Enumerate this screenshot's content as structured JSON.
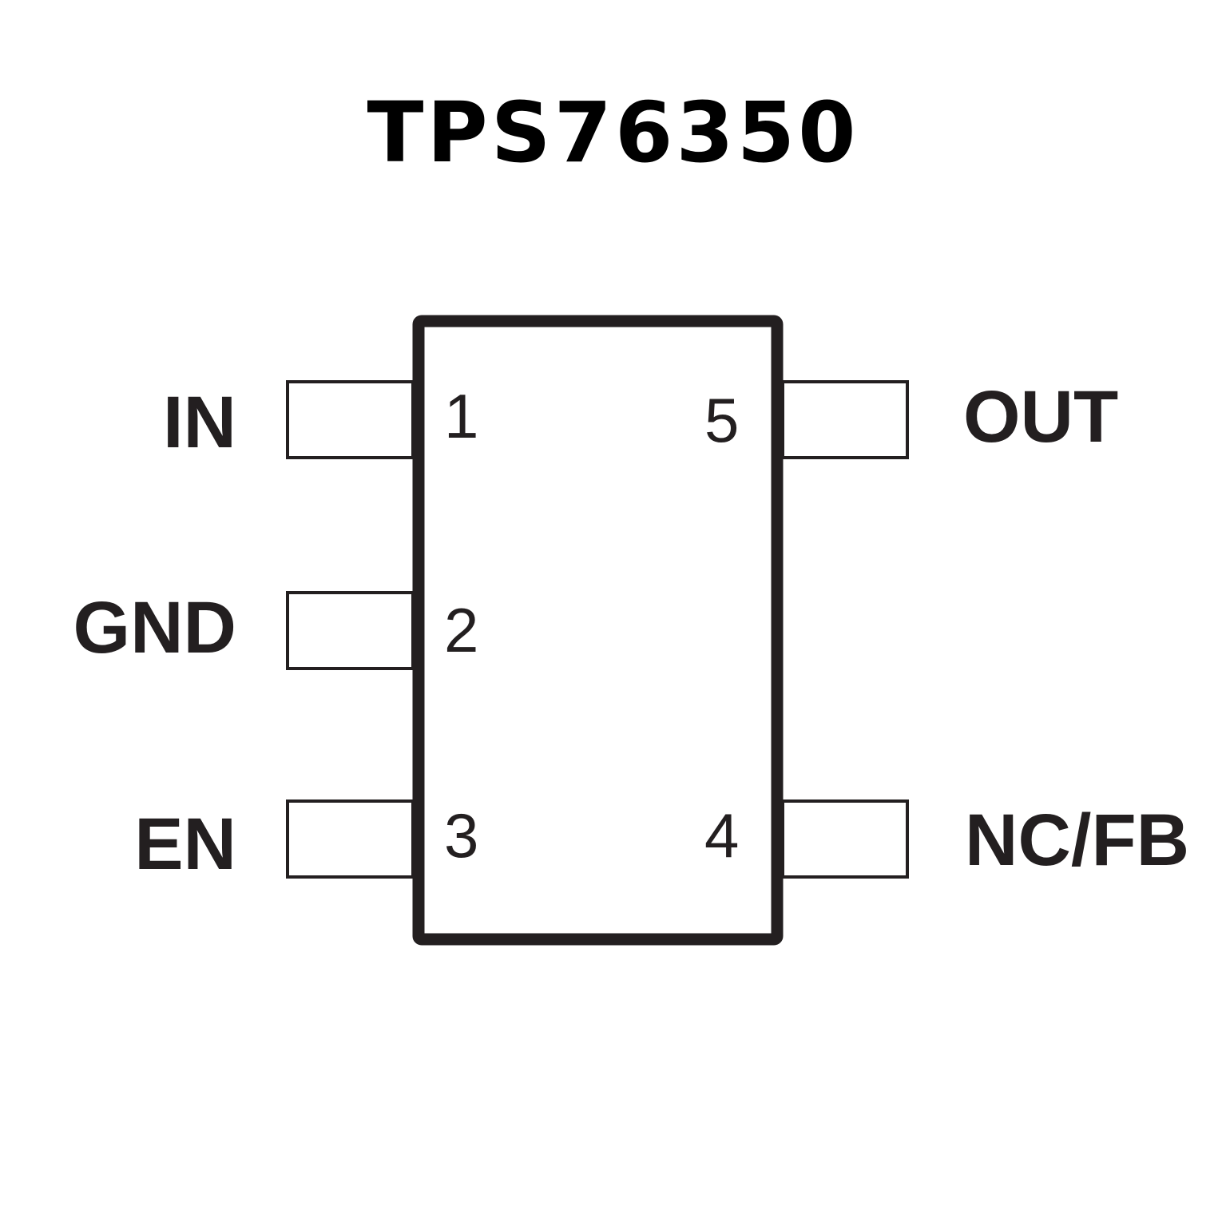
{
  "title": "TPS76350",
  "colors": {
    "outline": "#231f20",
    "background": "#ffffff"
  },
  "pins": [
    {
      "number": "1",
      "name": "IN",
      "side": "left"
    },
    {
      "number": "2",
      "name": "GND",
      "side": "left"
    },
    {
      "number": "3",
      "name": "EN",
      "side": "left"
    },
    {
      "number": "4",
      "name": "NC/FB",
      "side": "right"
    },
    {
      "number": "5",
      "name": "OUT",
      "side": "right"
    }
  ]
}
